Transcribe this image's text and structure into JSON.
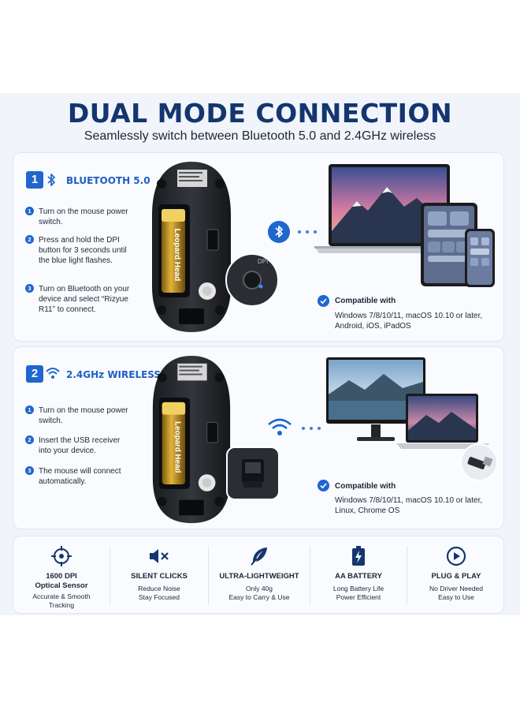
{
  "header": {
    "title": "DUAL MODE CONNECTION",
    "subtitle": "Seamlessly switch between Bluetooth 5.0 and 2.4GHz wireless"
  },
  "bluetooth": {
    "number": "1",
    "icon": "bluetooth-icon",
    "title": "BLUETOOTH 5.0",
    "steps": [
      {
        "num": "1",
        "text": "Turn on the mouse power switch."
      },
      {
        "num": "2",
        "text": "Press and hold the DPI button for 3 seconds until the blue light flashes."
      },
      {
        "num": "3",
        "text": "Turn on Bluetooth on your device and select “Rizyue R11” to connect."
      }
    ],
    "callout_label": "DPI",
    "compat_title": "Compatible with",
    "compat_text": "Windows 7/8/10/11, macOS 10.10 or later, Android, iOS, iPadOS"
  },
  "wireless": {
    "number": "2",
    "icon": "wifi-icon",
    "title": "2.4GHz WIRELESS",
    "steps": [
      {
        "num": "1",
        "text": "Turn on the mouse power switch."
      },
      {
        "num": "2",
        "text": "Insert the USB receiver into your device."
      },
      {
        "num": "3",
        "text": "The mouse will connect automatically."
      }
    ],
    "compat_title": "Compatible with",
    "compat_text": "Windows 7/8/10/11, macOS 10.10 or later, Linux, Chrome OS"
  },
  "battery_label": "Leopard Head",
  "features": [
    {
      "icon": "crosshair-icon",
      "title": "1600 DPI\nOptical Sensor",
      "lines": [
        "Accurate & Smooth",
        "Tracking"
      ]
    },
    {
      "icon": "mute-icon",
      "title": "SILENT CLICKS",
      "lines": [
        "Reduce Noise",
        "Stay Focused"
      ]
    },
    {
      "icon": "feather-icon",
      "title": "ULTRA-LIGHTWEIGHT",
      "lines": [
        "Only 40g",
        "Easy to Carry & Use"
      ]
    },
    {
      "icon": "battery-icon",
      "title": "AA BATTERY",
      "lines": [
        "Long Battery Life",
        "Power Efficient"
      ]
    },
    {
      "icon": "play-icon",
      "title": "PLUG & PLAY",
      "lines": [
        "No Driver Needed",
        "Easy to Use"
      ]
    }
  ],
  "colors": {
    "accent": "#1f66cf",
    "title": "#14366e",
    "background": "#f1f5fb"
  }
}
